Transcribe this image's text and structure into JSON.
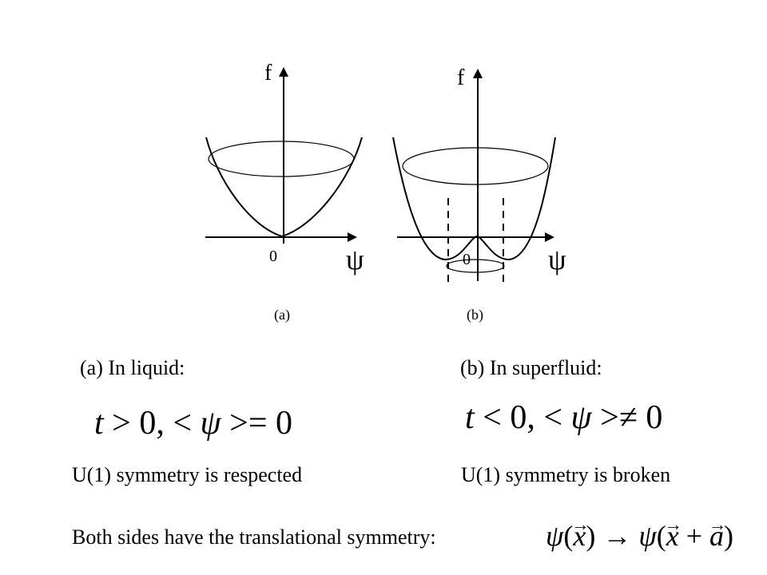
{
  "figure": {
    "panel_a": {
      "axis_f": "f",
      "axis_psi": "ψ",
      "origin": "0",
      "caption": "(a)"
    },
    "panel_b": {
      "axis_f": "f",
      "axis_psi": "ψ",
      "origin": "0",
      "caption": "(b)"
    }
  },
  "text": {
    "label_liquid": "(a)  In liquid:",
    "label_superfluid": "(b)  In superfluid:",
    "sym_respected": "U(1) symmetry  is respected",
    "sym_broken": "U(1) symmetry  is broken",
    "translational": "Both sides have the translational  symmetry:"
  },
  "equations": {
    "liquid": {
      "var": "t",
      "rel": " > 0, < ",
      "field": "ψ",
      "tail": " >= 0"
    },
    "superfluid": {
      "var": "t",
      "rel": " < 0, < ",
      "field": "ψ",
      "tail": " >≠ 0"
    },
    "translation": {
      "psi1": "ψ",
      "open1": "(",
      "x1": "x",
      "close1": ")",
      "arrow": " → ",
      "psi2": "ψ",
      "open2": "(",
      "x2": "x",
      "plus": " + ",
      "a": "a",
      "close2": ")"
    }
  }
}
